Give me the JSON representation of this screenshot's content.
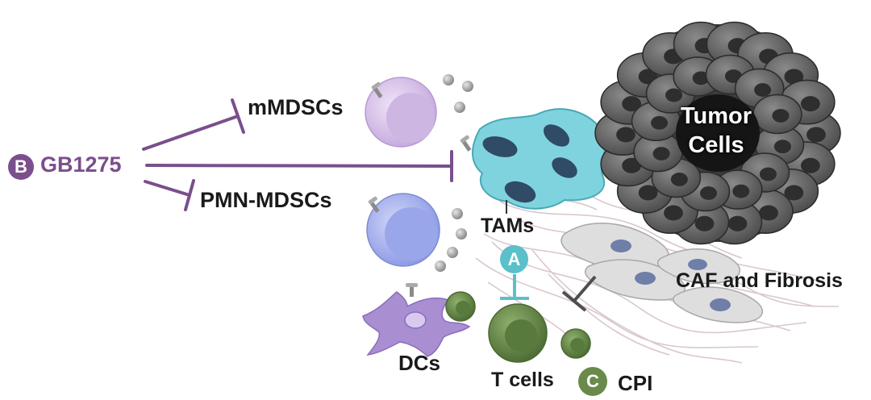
{
  "drug": {
    "badge": "B",
    "name": "GB1275"
  },
  "cells": {
    "mmdsc": "mMDSCs",
    "pmn_mdsc": "PMN-MDSCs",
    "tams": "TAMs",
    "tumor_line1": "Tumor",
    "tumor_line2": "Cells",
    "caf": "CAF and Fibrosis",
    "dcs": "DCs",
    "tcells": "T cells"
  },
  "therapies": {
    "a_badge": "A",
    "c_badge": "C",
    "c_label": "CPI"
  },
  "colors": {
    "drug_purple": "#7a4f8c",
    "therapy_a_teal": "#5bc0c8",
    "therapy_c_green": "#6a8a4c",
    "tumor_gray": "#5a5a5a",
    "tam_cyan": "#7fd3de",
    "mmdsc_lavender": "#d8c4ea",
    "pmn_blue": "#a9b4ee",
    "dc_purple": "#a98fd2",
    "tcell_green": "#6e9150",
    "caf_gray": "#d8d8d8"
  }
}
